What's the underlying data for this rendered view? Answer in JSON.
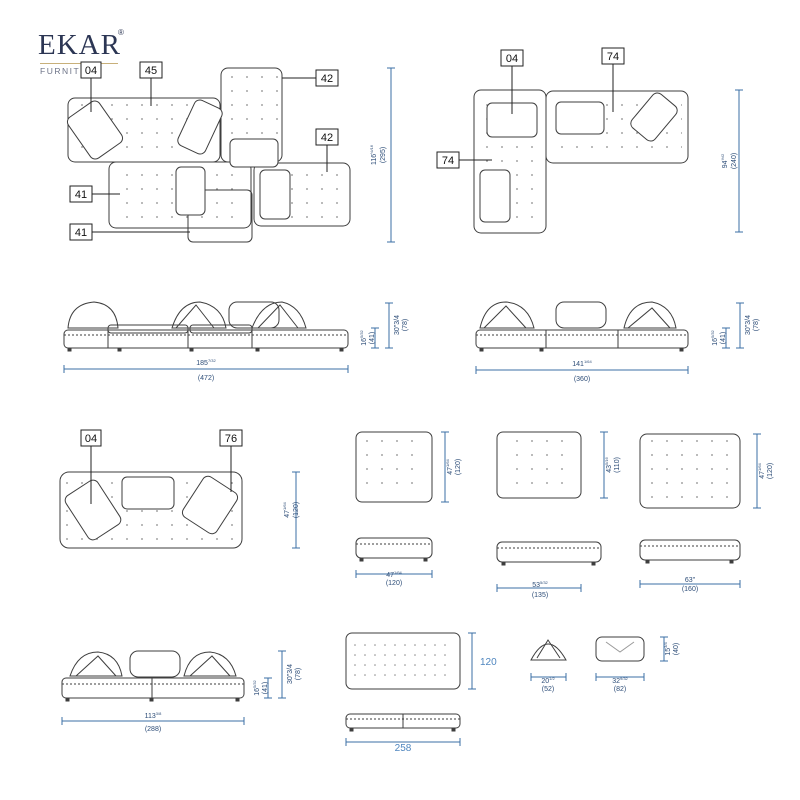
{
  "brand": {
    "name": "EKAR",
    "registered": "®",
    "subtitle": "FURNITURE"
  },
  "colors": {
    "line": "#6c6c6c",
    "module_stroke": "#3e3e3e",
    "dimension": "#3b6fa6",
    "tag_stroke": "#222222",
    "brand": "#2c3654"
  },
  "tags": {
    "t04": "04",
    "t45": "45",
    "t42": "42",
    "t41": "41",
    "t74": "74",
    "t76": "76"
  },
  "dims": {
    "a_height": "116",
    "a_height_frac": "½/16",
    "a_height_cm": "(295)",
    "b_height": "94",
    "b_height_frac": "½/2",
    "b_height_cm": "(240)",
    "c_width": "185",
    "c_width_frac": "7/32",
    "c_width_cm": "(472)",
    "c_seat": "16",
    "c_seat_frac": "5/32",
    "c_seat_cm": "(41)",
    "c_back": "30\"3/4",
    "c_back_cm": "(78)",
    "d_width": "141",
    "d_width_frac": "1/64",
    "d_width_cm": "(360)",
    "d_seat": "16",
    "d_seat_frac": "5/32",
    "d_seat_cm": "(41)",
    "d_back": "30\"3/4",
    "d_back_cm": "(78)",
    "e_height": "47",
    "e_height_frac": "1/64",
    "e_height_cm": "(120)",
    "o1_depth": "47",
    "o1_depth_frac": "1/64",
    "o1_depth_cm": "(120)",
    "o1_width": "47",
    "o1_width_frac": "1/64",
    "o1_width_cm": "(120)",
    "o2_depth": "43",
    "o2_depth_frac": "5/16",
    "o2_depth_cm": "(110)",
    "o2_width": "53",
    "o2_width_frac": "5/32",
    "o2_width_cm": "(135)",
    "o3_depth": "47",
    "o3_depth_frac": "1/64",
    "o3_depth_cm": "(120)",
    "o3_width": "63\"",
    "o3_width_cm": "(160)",
    "f_width": "113",
    "f_width_frac": "3/8",
    "f_width_cm": "(288)",
    "f_seat": "16",
    "f_seat_frac": "5/32",
    "f_seat_cm": "(41)",
    "f_back": "30\"3/4",
    "f_back_cm": "(78)",
    "g_depth": "120",
    "g_width": "258",
    "p1_width": "20",
    "p1_width_frac": "1/2",
    "p1_width_cm": "(52)",
    "p2_width": "32",
    "p2_width_frac": "9/32",
    "p2_width_cm": "(82)",
    "p2_height": "15",
    "p2_height_frac": "3/4",
    "p2_height_cm": "(40)"
  }
}
